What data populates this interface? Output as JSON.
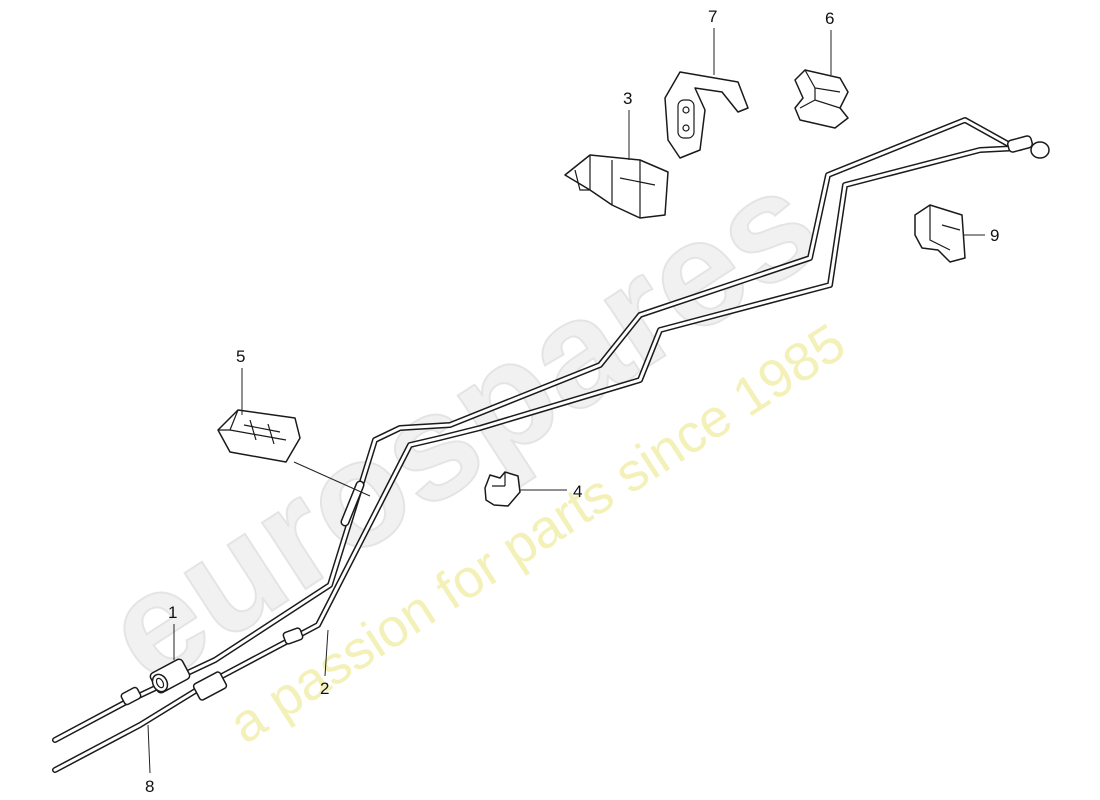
{
  "watermark": {
    "brand": "eurospares",
    "tagline": "a passion for parts since 1985"
  },
  "callouts": {
    "c1": "1",
    "c2": "2",
    "c3": "3",
    "c4": "4",
    "c5": "5",
    "c6": "6",
    "c7": "7",
    "c8": "8",
    "c9": "9"
  }
}
